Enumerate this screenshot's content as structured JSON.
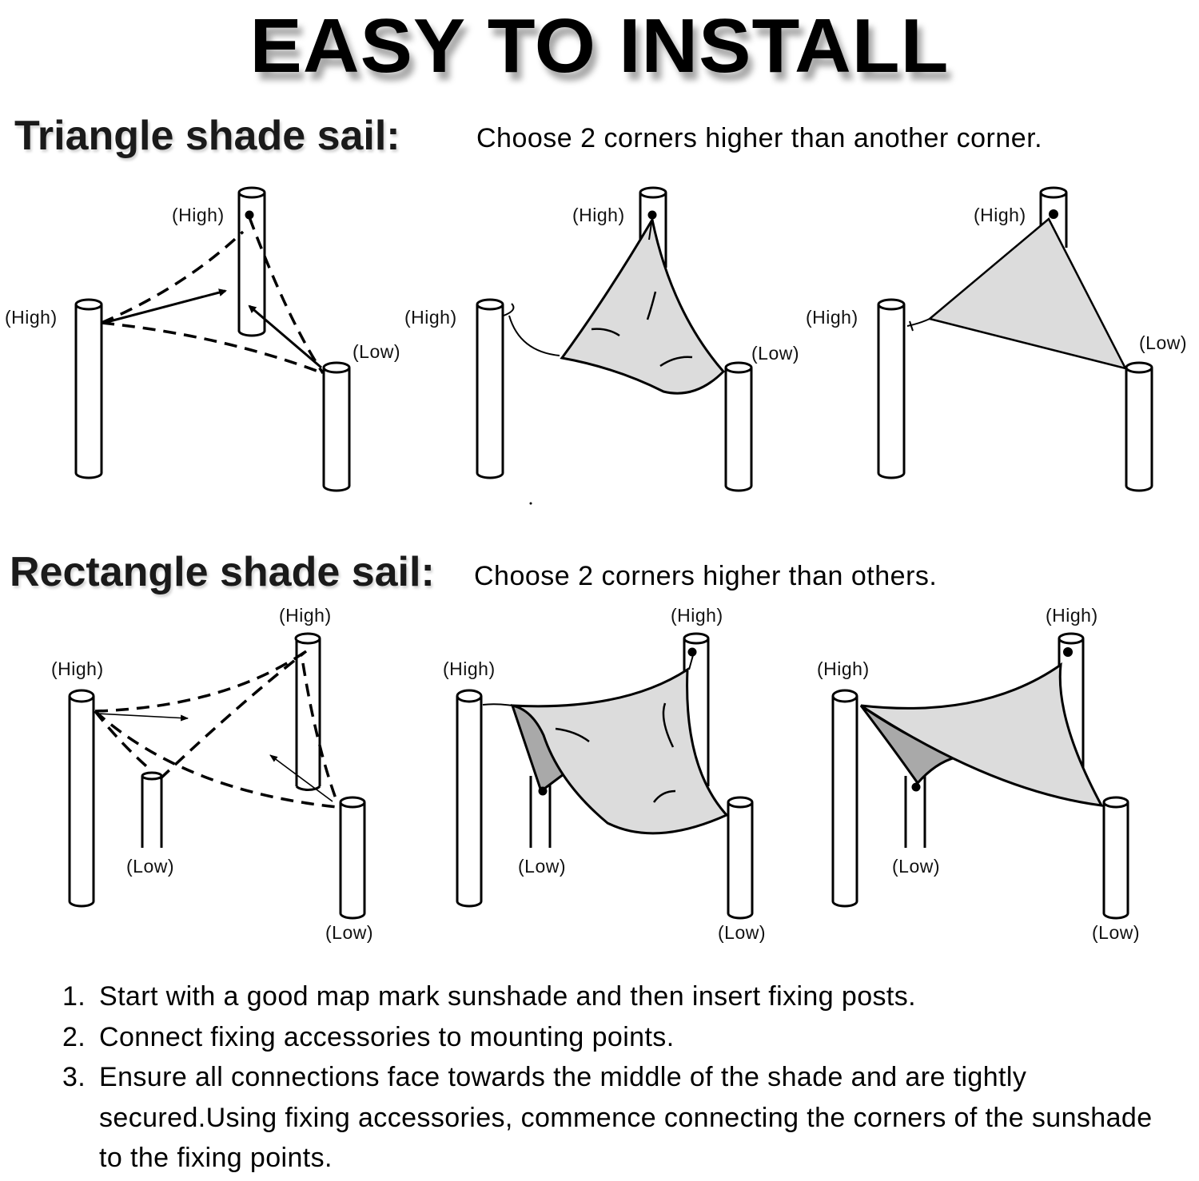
{
  "header": {
    "title": "EASY TO INSTALL"
  },
  "triangle_section": {
    "title": "Triangle shade sail:",
    "subtitle": "Choose 2 corners higher than another corner.",
    "diagrams": [
      {
        "step": "plan",
        "labels": {
          "left": "(High)",
          "top": "(High)",
          "right": "(Low)"
        }
      },
      {
        "step": "attaching",
        "labels": {
          "left": "(High)",
          "top": "(High)",
          "right": "(Low)"
        }
      },
      {
        "step": "finished",
        "labels": {
          "left": "(High)",
          "top": "(High)",
          "right": "(Low)"
        }
      }
    ]
  },
  "rectangle_section": {
    "title": "Rectangle shade sail:",
    "subtitle": "Choose 2 corners higher than others.",
    "diagrams": [
      {
        "step": "plan",
        "labels": {
          "left": "(High)",
          "top": "(High)",
          "mid_low": "(Low)",
          "right_low": "(Low)"
        }
      },
      {
        "step": "attaching",
        "labels": {
          "left": "(High)",
          "top": "(High)",
          "mid_low": "(Low)",
          "right_low": "(Low)"
        }
      },
      {
        "step": "finished",
        "labels": {
          "left": "(High)",
          "top": "(High)",
          "mid_low": "(Low)",
          "right_low": "(Low)"
        }
      }
    ]
  },
  "instructions": [
    {
      "num": "1.",
      "text": "Start with a good map mark sunshade and then insert fixing posts."
    },
    {
      "num": "2.",
      "text": "Connect fixing accessories to mounting points."
    },
    {
      "num": "3.",
      "text": "Ensure all connections face towards the middle of the shade and are tightly secured.Using fixing accessories, commence connecting the corners of the sunshade to the fixing points."
    }
  ],
  "colors": {
    "sail_light": "#dcdcdc",
    "sail_dark": "#a9a9a9",
    "ink": "#000000"
  }
}
